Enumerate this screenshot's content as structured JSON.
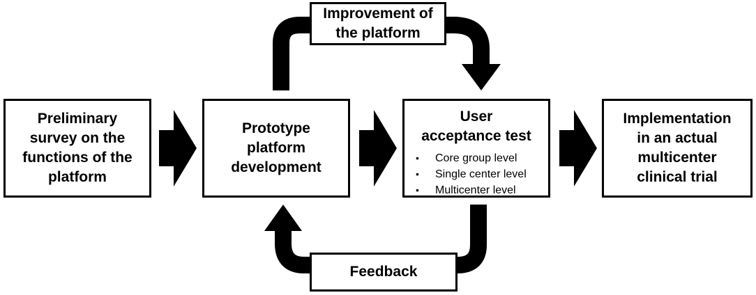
{
  "boxes": {
    "preliminary": {
      "lines": [
        "Preliminary",
        "survey on the",
        "functions of the",
        "platform"
      ]
    },
    "prototype": {
      "lines": [
        "Prototype",
        "platform",
        "development"
      ]
    },
    "uat": {
      "lines": [
        "User",
        "acceptance test"
      ],
      "bullets": [
        "Core group level",
        "Single center level",
        "Multicenter level"
      ]
    },
    "implementation": {
      "lines": [
        "Implementation",
        "in an actual",
        "multicenter",
        "clinical trial"
      ]
    },
    "improvement": {
      "lines": [
        "Improvement of",
        "the platform"
      ]
    },
    "feedback": {
      "lines": [
        "Feedback"
      ]
    }
  },
  "colors": {
    "arrow": "#000000",
    "border": "#000000",
    "background": "#ffffff"
  }
}
